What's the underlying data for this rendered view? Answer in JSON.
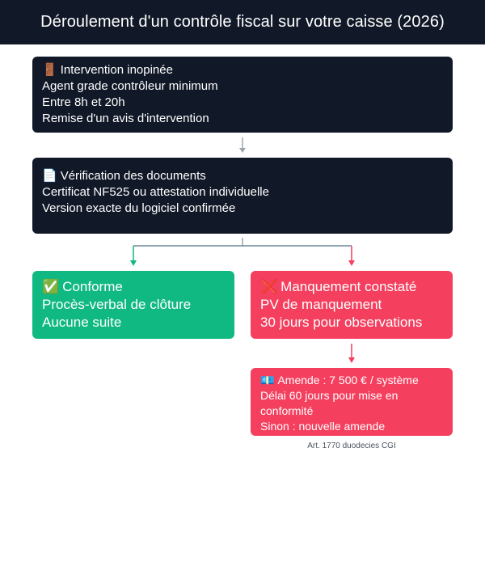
{
  "title": "Déroulement d'un contrôle fiscal sur votre caisse (2026)",
  "colors": {
    "dark": "#111827",
    "conforme": "#10b981",
    "manquement": "#f43f5e",
    "connector_gray": "#9ca3af",
    "connector_line": "#6b8a9a"
  },
  "step1": {
    "icon": "door-icon",
    "icon_glyph": "🚪",
    "heading": "Intervention inopinée",
    "lines": [
      "Agent grade contrôleur minimum",
      "Entre 8h et 20h",
      "Remise d'un avis d'intervention"
    ]
  },
  "step2": {
    "icon": "document-icon",
    "icon_glyph": "📄",
    "heading": "Vérification des documents",
    "lines": [
      "Certificat NF525 ou attestation individuelle",
      "Version exacte du logiciel confirmée"
    ]
  },
  "conforme": {
    "icon": "check-icon",
    "icon_glyph": "✅",
    "heading": "Conforme",
    "lines": [
      "Procès-verbal de clôture",
      "Aucune suite"
    ]
  },
  "manquement": {
    "icon": "cross-icon",
    "icon_glyph": "❌",
    "heading": "Manquement constaté",
    "lines": [
      "PV de manquement",
      "30 jours pour observations"
    ]
  },
  "amende": {
    "icon": "money-icon",
    "icon_glyph": "💶",
    "heading": "Amende : 7 500 € / système",
    "lines": [
      "Délai 60 jours pour mise en conformité",
      "Sinon : nouvelle amende"
    ]
  },
  "reference": "Art. 1770 duodecies CGI"
}
